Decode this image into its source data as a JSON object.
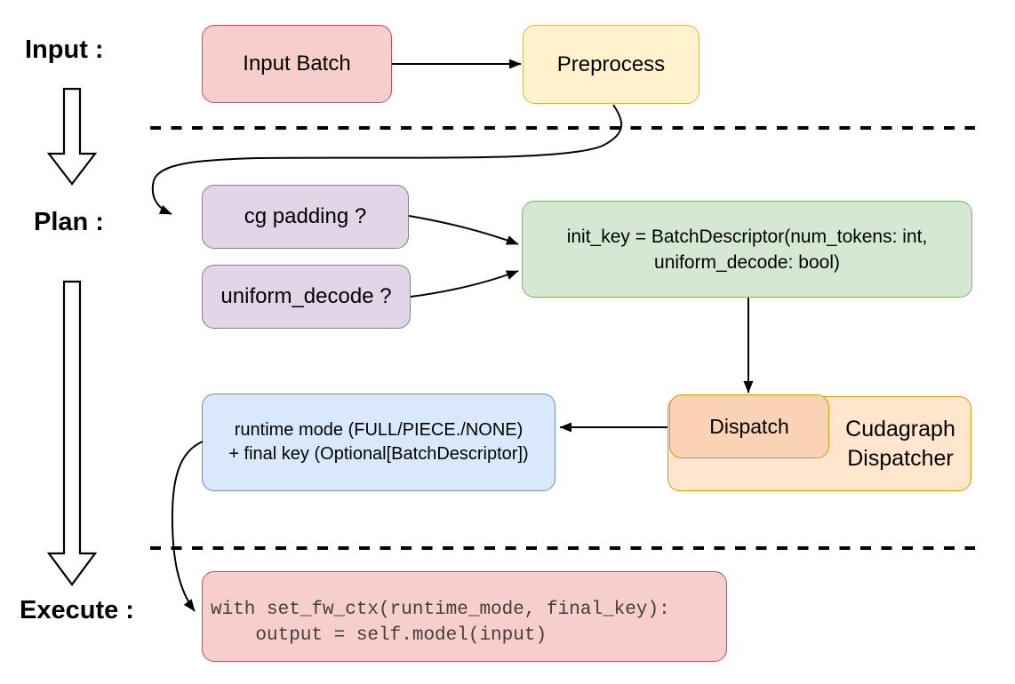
{
  "title": "Cudagraph dispatch flow diagram",
  "stages": {
    "input": {
      "label": "Input :"
    },
    "plan": {
      "label": "Plan :"
    },
    "execute": {
      "label": "Execute :"
    }
  },
  "nodes": {
    "input_batch": {
      "label": "Input Batch",
      "fill": "#f8cecc",
      "stroke": "#b85450"
    },
    "preprocess": {
      "label": "Preprocess",
      "fill": "#fff2cc",
      "stroke": "#d6b656"
    },
    "cg_padding": {
      "label": "cg padding ?",
      "fill": "#e1d5e7",
      "stroke": "#9673a6"
    },
    "uniform_decode": {
      "label": "uniform_decode ?",
      "fill": "#e1d5e7",
      "stroke": "#9673a6"
    },
    "init_key": {
      "line1": "init_key = BatchDescriptor(num_tokens: int,",
      "line2": "uniform_decode: bool)",
      "fill": "#d5e8d4",
      "stroke": "#82b366"
    },
    "runtime_mode": {
      "line1": "runtime mode (FULL/PIECE./NONE)",
      "line2": "+ final key (Optional[BatchDescriptor])",
      "fill": "#dae8fc",
      "stroke": "#6c8ebf"
    },
    "dispatch": {
      "label": "Dispatch",
      "fill": "#fad2b5",
      "stroke": "#d79b00"
    },
    "cudagraph_dispatcher": {
      "line1": "Cudagraph",
      "line2": "Dispatcher",
      "fill": "#ffe6cc",
      "stroke": "#d79b00"
    },
    "execute_code": {
      "line1": "with set_fw_ctx(runtime_mode, final_key):",
      "line2": "    output = self.model(input)",
      "fill": "#f8cecc",
      "stroke": "#b85450"
    }
  },
  "icons": {
    "stage_flow_arrow": "hollow-down-arrow"
  },
  "colors": {
    "background": "#ffffff",
    "connector": "#000000",
    "divider": "#000000",
    "label_text": "#000000",
    "code_text": "#404040"
  }
}
